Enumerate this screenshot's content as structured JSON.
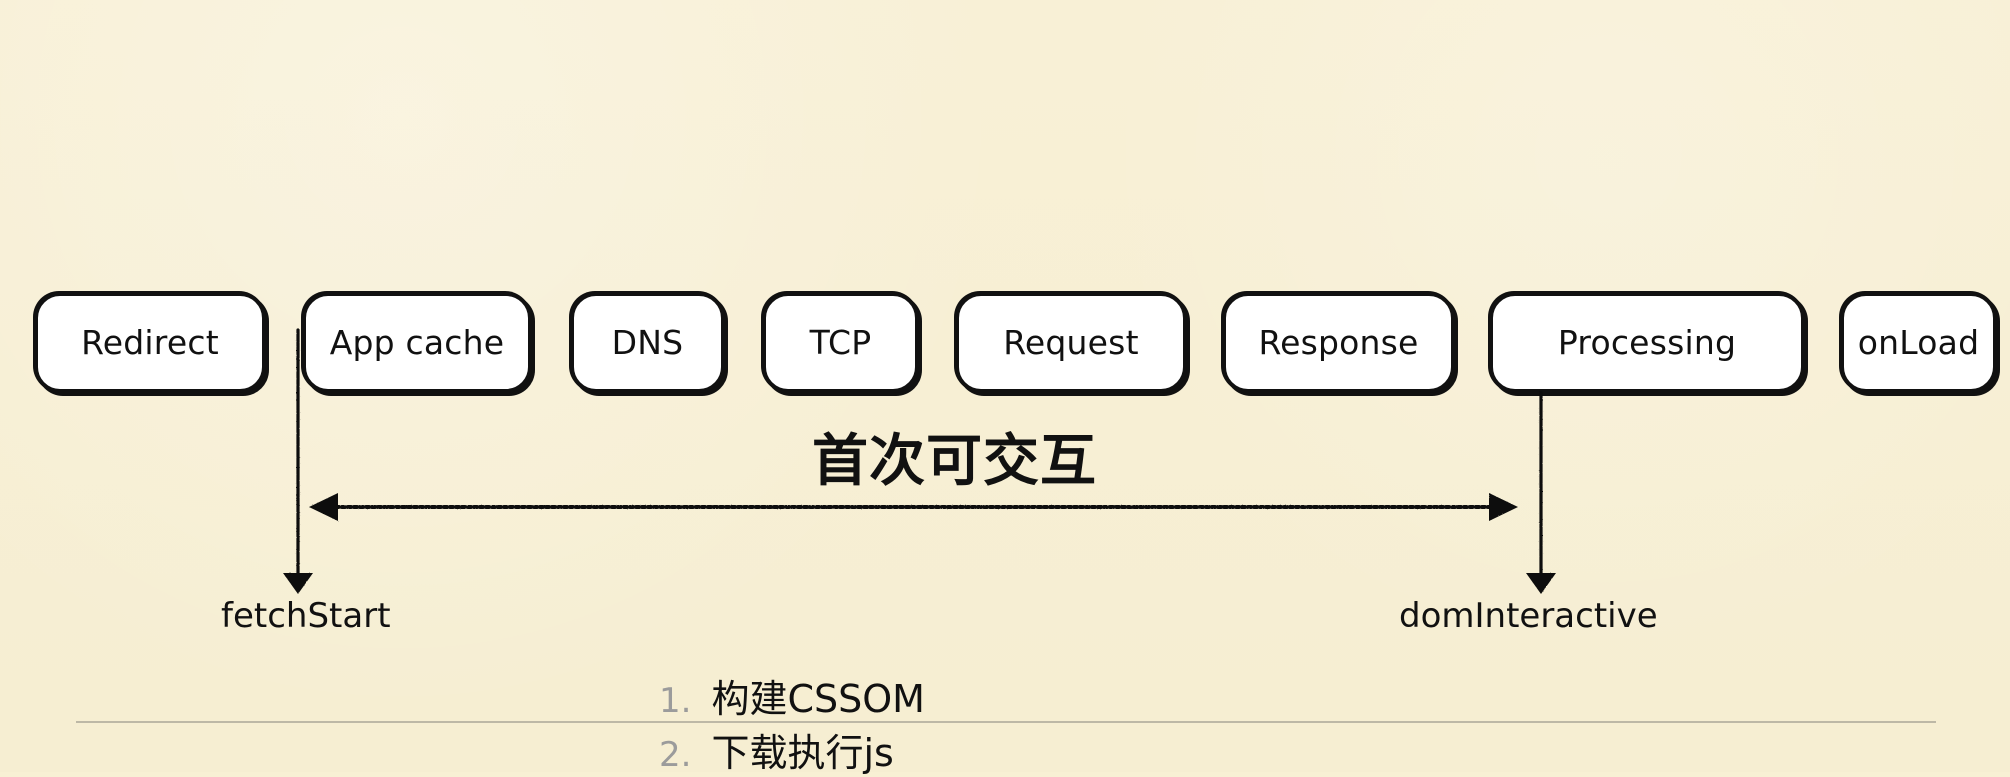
{
  "diagram": {
    "boxes": [
      {
        "label": "Redirect"
      },
      {
        "label": "App cache"
      },
      {
        "label": "DNS"
      },
      {
        "label": "TCP"
      },
      {
        "label": "Request"
      },
      {
        "label": "Response"
      },
      {
        "label": "Processing"
      },
      {
        "label": "onLoad"
      }
    ],
    "range_label": "首次可交互",
    "start_marker": {
      "label": "fetchStart"
    },
    "end_marker": {
      "label": "domInteractive"
    },
    "list": [
      {
        "number": "1.",
        "text": "构建CSSOM"
      },
      {
        "number": "2.",
        "text": "下载执行js"
      }
    ]
  }
}
